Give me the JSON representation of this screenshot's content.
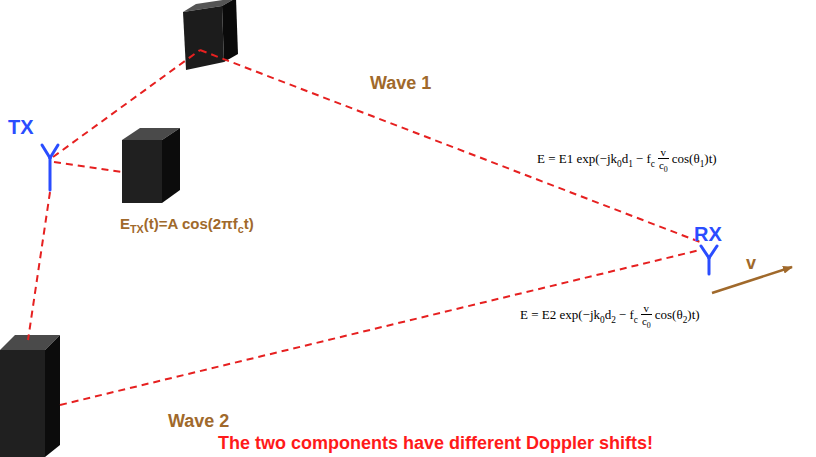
{
  "diagram": {
    "labels": [
      "Wave 1",
      "TX",
      "E",
      "TX",
      "(t)=A cos(2πf",
      "c",
      "t)",
      "RX",
      "v",
      "Wave 2",
      "The two components have different Doppler shifts!",
      "E = E1 exp(−jk",
      "0",
      "d",
      "1",
      "− f",
      "c",
      "v",
      "c",
      "0",
      "cos(θ",
      "1",
      ")t)",
      "E = E2 exp(−jk",
      "0",
      "d",
      "2",
      "− f",
      "c",
      "v",
      "c",
      "0",
      "cos(θ",
      "2",
      ")t)"
    ]
  }
}
